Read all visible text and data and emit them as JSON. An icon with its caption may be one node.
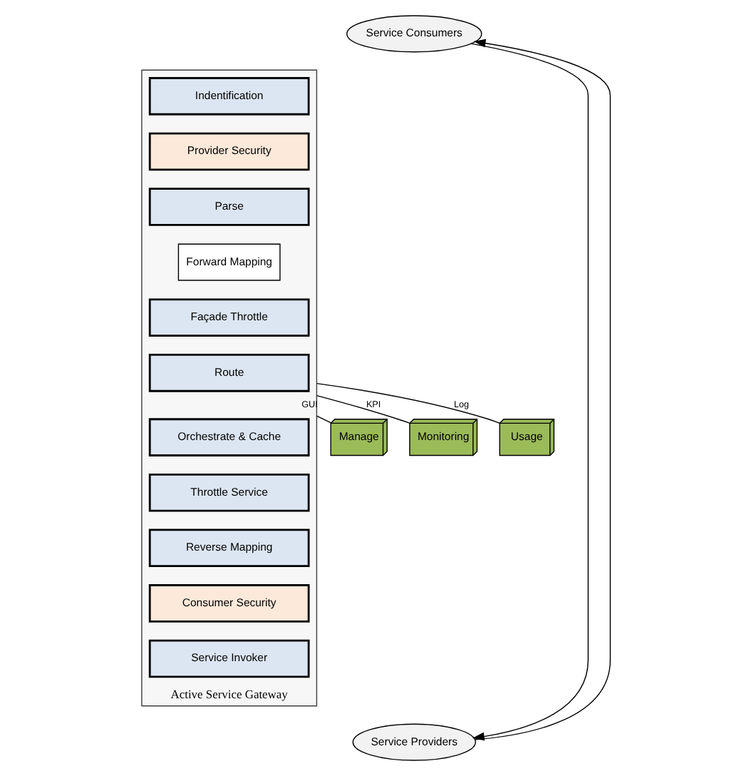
{
  "diagram": {
    "nodes": [
      {
        "text": [
          "Service Consumers"
        ]
      },
      {
        "text": [
          "Active Service Gateway"
        ]
      },
      {
        "text": [
          "Indentification"
        ],
        "in": 1
      },
      {
        "text": [
          "Provider Security"
        ],
        "in": 1
      },
      {
        "text": [
          "Parse"
        ],
        "in": 1
      },
      {
        "text": [
          "Forward Mapping"
        ],
        "in": 1
      },
      {
        "text": [
          "Façade Throttle"
        ],
        "in": 1
      },
      {
        "text": [
          "Route"
        ],
        "in": 1
      },
      {
        "text": [
          "Orchestrate & Cache"
        ],
        "in": 1
      },
      {
        "text": [
          "Throttle Service"
        ],
        "in": 1
      },
      {
        "text": [
          "Reverse Mapping"
        ],
        "in": 1
      },
      {
        "text": [
          "Consumer Security"
        ],
        "in": 1
      },
      {
        "text": [
          "Service Invoker"
        ],
        "in": 1
      },
      {
        "text": [
          "Service Providers"
        ]
      },
      {
        "text": [
          "Manage"
        ]
      },
      {
        "text": [
          "Monitoring"
        ]
      },
      {
        "text": [
          "Usage"
        ]
      }
    ],
    "edges": [
      {
        "from": 0,
        "to": 13,
        "arrow": "to"
      },
      {
        "from": 13,
        "to": 0,
        "arrow": "to"
      },
      {
        "from": 1,
        "to": 14,
        "label": "GUI",
        "arrow": "none"
      },
      {
        "from": 1,
        "to": 15,
        "label": "KPI",
        "arrow": "none"
      },
      {
        "from": 1,
        "to": 16,
        "label": "Log",
        "arrow": "none"
      }
    ]
  }
}
